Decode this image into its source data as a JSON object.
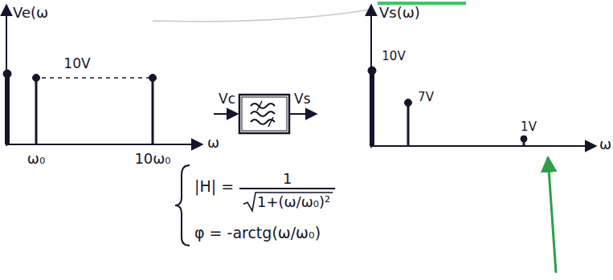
{
  "diagram": {
    "labels": [
      "Ve(ω",
      "10V",
      "ω₀",
      "10ω₀",
      "ω",
      "Vc",
      "Vs",
      "Vs(ω)",
      "10V",
      "7V",
      "1V",
      "ω",
      "|H| =",
      "1",
      "1+(ω/ω₀)²",
      "φ = -arctg(ω/ω₀)"
    ]
  }
}
